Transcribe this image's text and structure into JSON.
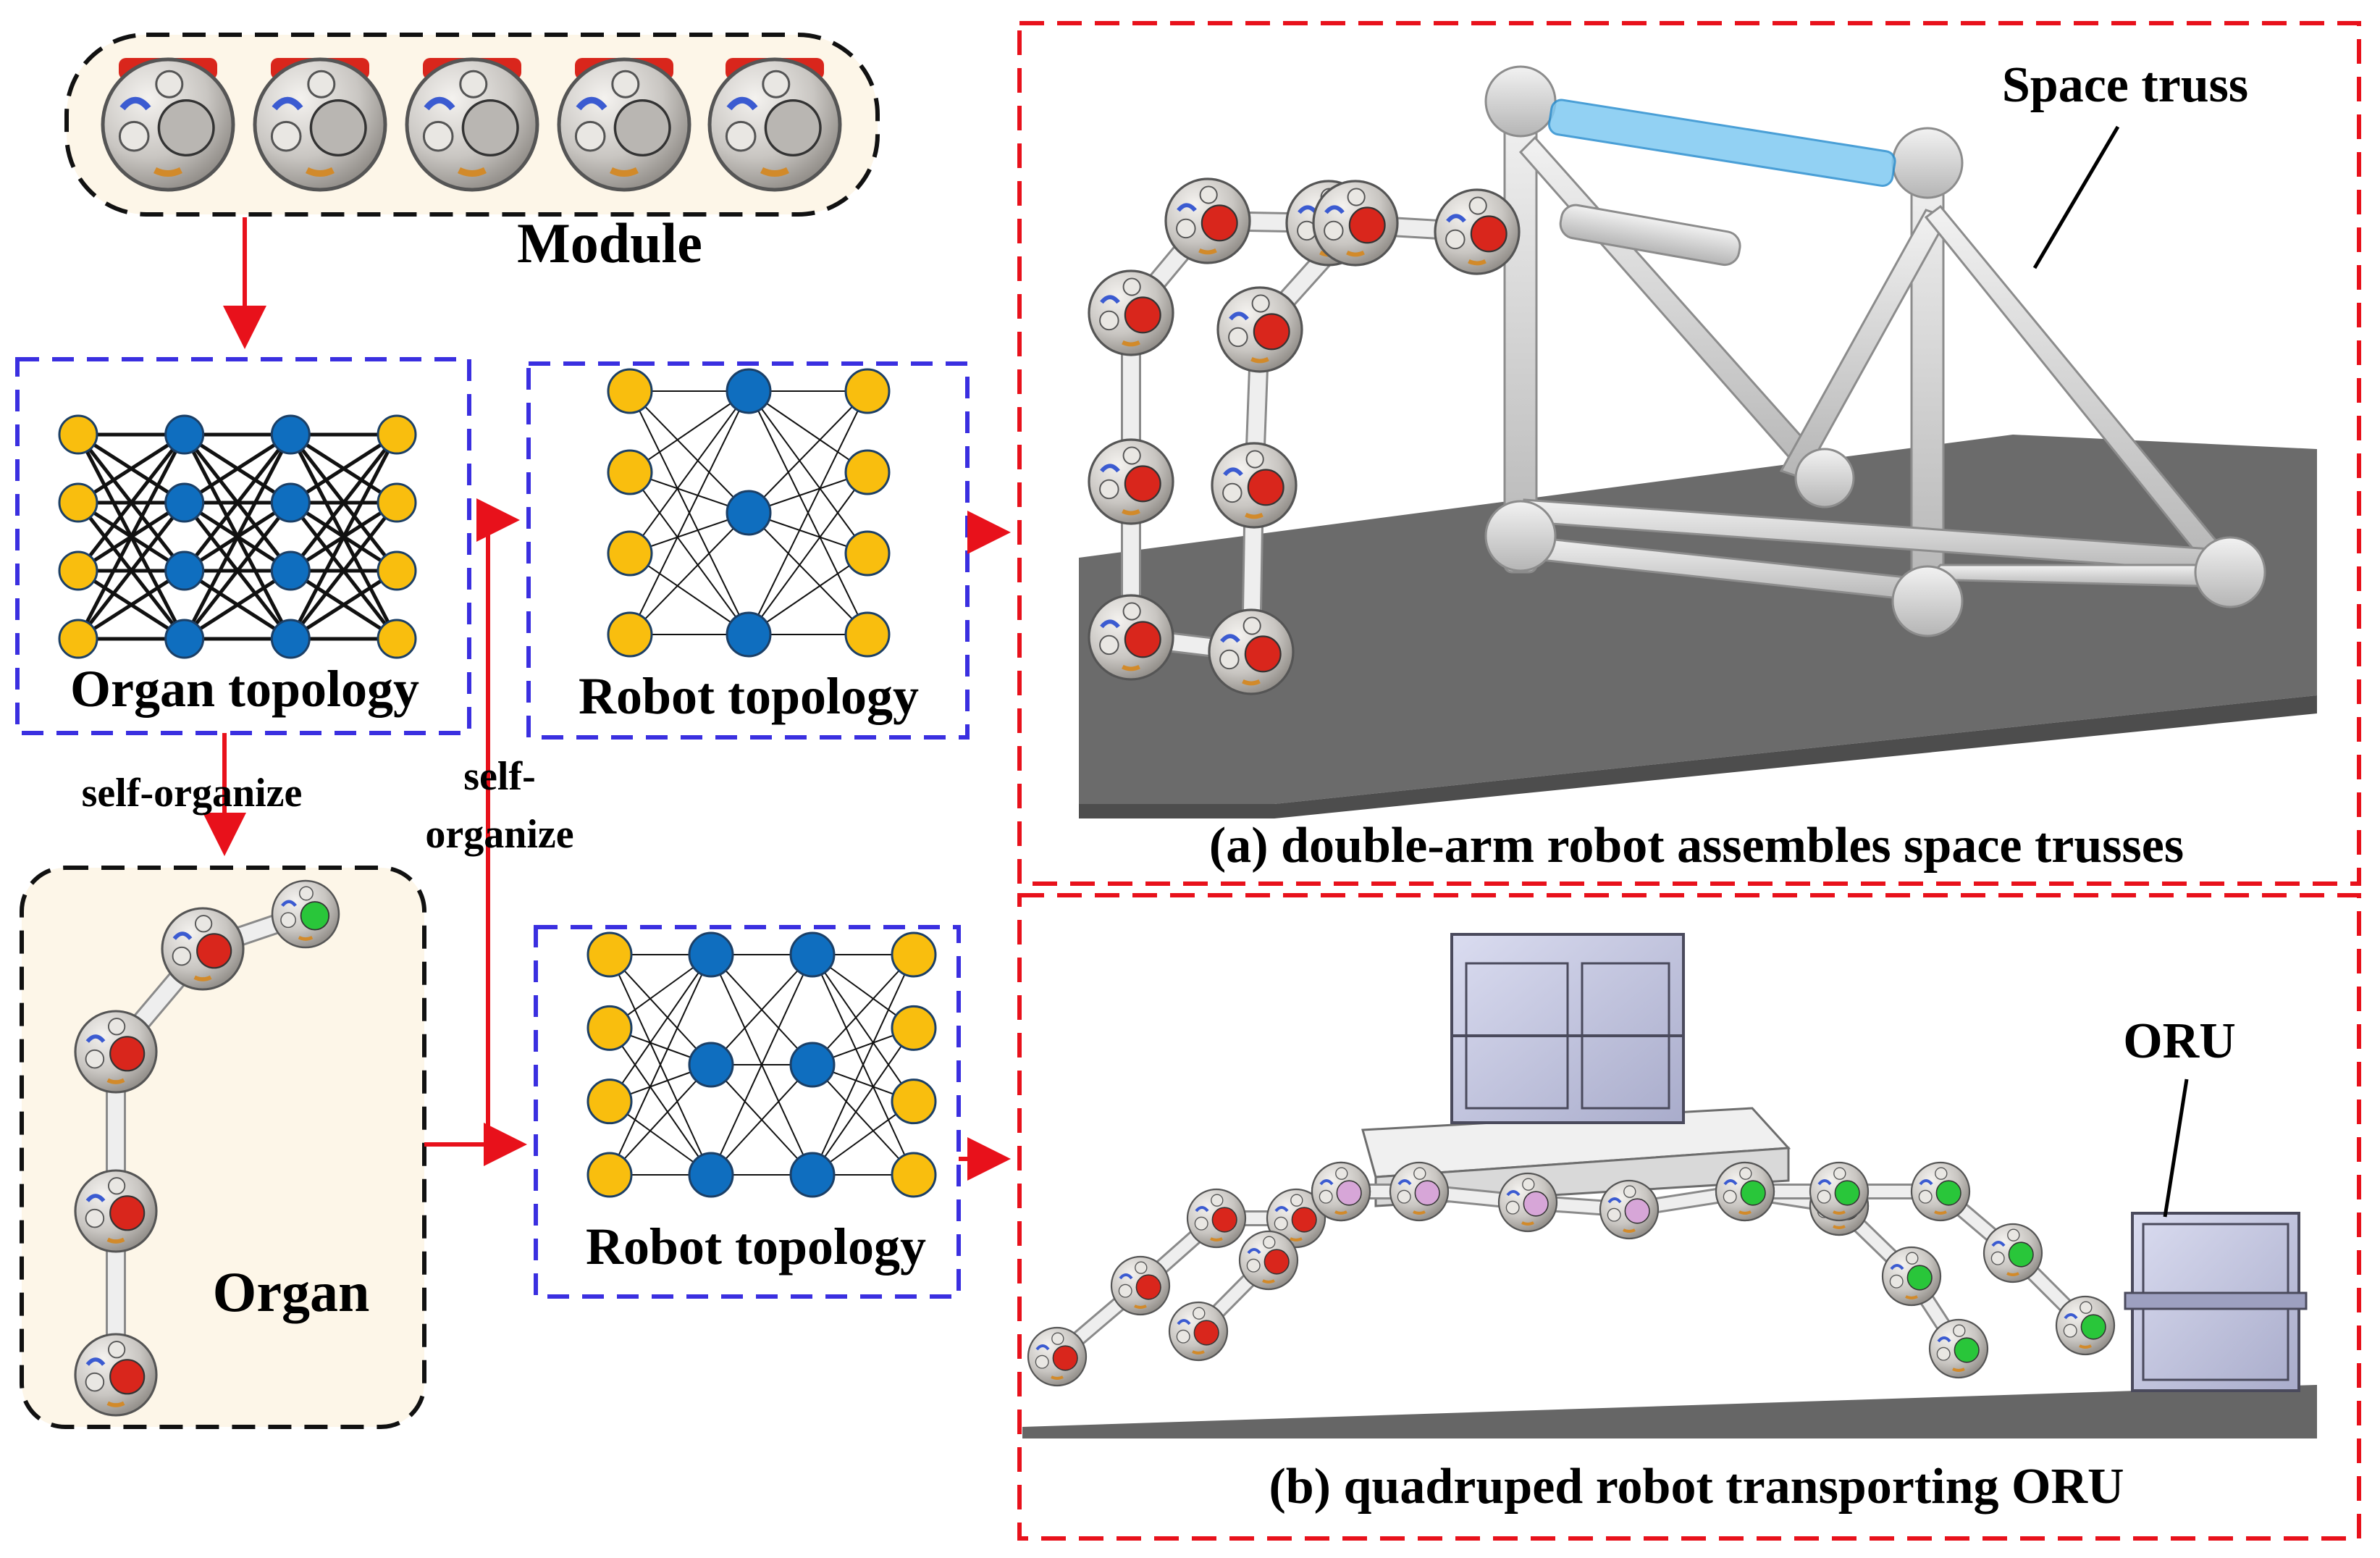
{
  "labels": {
    "module": "Module",
    "organ_topology": "Organ topology",
    "robot_topology_top": "Robot topology",
    "robot_topology_bottom": "Robot topology",
    "self_organize_left": "self-organize",
    "self_organize_mid_line1": "self-",
    "self_organize_mid_line2": "organize",
    "organ": "Organ",
    "space_truss": "Space truss",
    "oru": "ORU",
    "caption_a": "(a) double-arm robot assembles space trusses",
    "caption_b": "(b) quadruped robot transporting ORU"
  },
  "colors": {
    "arrow": "#e8111b",
    "red_dashed_border": "#e8111b",
    "blue_dashed_border": "#3a2fe0",
    "black_dashed_border": "#111111",
    "node_yellow": "#f9be0e",
    "node_blue": "#0f6ebf",
    "module_shell": "#c9c6c2",
    "module_red": "#d9261c",
    "module_green": "#29c63a",
    "cream_panel": "#fdf6e8",
    "ground_gray": "#6b6b6b"
  },
  "networks": {
    "organ_topology": [
      {
        "color": "yellow",
        "count": 4
      },
      {
        "color": "blue",
        "count": 4
      },
      {
        "color": "blue",
        "count": 4
      },
      {
        "color": "yellow",
        "count": 4
      }
    ],
    "robot_topology_top": [
      {
        "color": "yellow",
        "count": 4
      },
      {
        "color": "blue",
        "count": 3
      },
      {
        "color": "yellow",
        "count": 4
      }
    ],
    "robot_topology_bottom": [
      {
        "color": "yellow",
        "count": 4
      },
      {
        "color": "blue",
        "count": 3
      },
      {
        "color": "blue",
        "count": 3
      },
      {
        "color": "yellow",
        "count": 4
      }
    ]
  }
}
